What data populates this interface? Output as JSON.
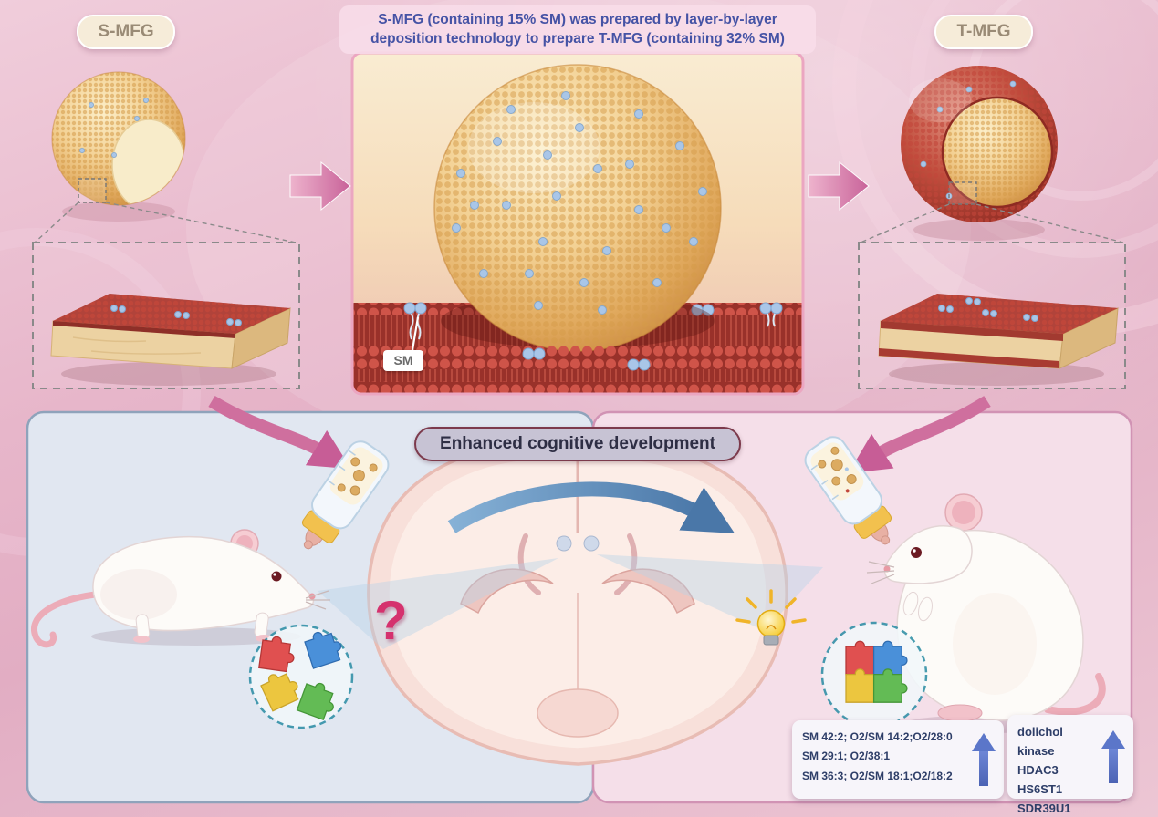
{
  "header": {
    "s_mfg_label": "S-MFG",
    "t_mfg_label": "T-MFG",
    "caption": "S-MFG (containing 15% SM) was prepared by layer-by-layer deposition technology to prepare T-MFG (containing 32% SM)"
  },
  "center_panel": {
    "sm_label": "SM"
  },
  "bottom": {
    "title": "Enhanced cognitive development",
    "question_mark": "?",
    "lipid_panel": {
      "lines": [
        "SM 42:2; O2/SM 14:2;O2/28:0",
        "SM 29:1; O2/38:1",
        "SM 36:3; O2/SM 18:1;O2/18:2"
      ]
    },
    "gene_panel": {
      "lines": [
        "dolichol kinase",
        "HDAC3",
        "HS6ST1",
        "SDR39U1"
      ]
    }
  },
  "icons": {
    "up_arrow": "↑",
    "question_mark": "?",
    "light_bulb": "bulb",
    "milk_bottle": "bottle",
    "puzzle": "jigsaw-pieces",
    "right_arrow": "→"
  },
  "colors": {
    "background_pink": "#e7b6ca",
    "panel_left_bg": "#e1e7f1",
    "panel_left_border": "#8fa3bb",
    "panel_right_bg": "#f5dfe9",
    "panel_right_border": "#d193b4",
    "accent_pink_arrow": "#c75d96",
    "mfg_gold": "#e8b86d",
    "membrane_red": "#b03a2e",
    "sm_blue": "#a9c6e8",
    "cognition_arrow_blue": "#5d89b4",
    "title_border": "#7c3a4c",
    "caption_text": "#4553a5",
    "info_text": "#2e3e68",
    "up_arrow_blue": "#5b76c9",
    "question_pink": "#d5326e"
  }
}
